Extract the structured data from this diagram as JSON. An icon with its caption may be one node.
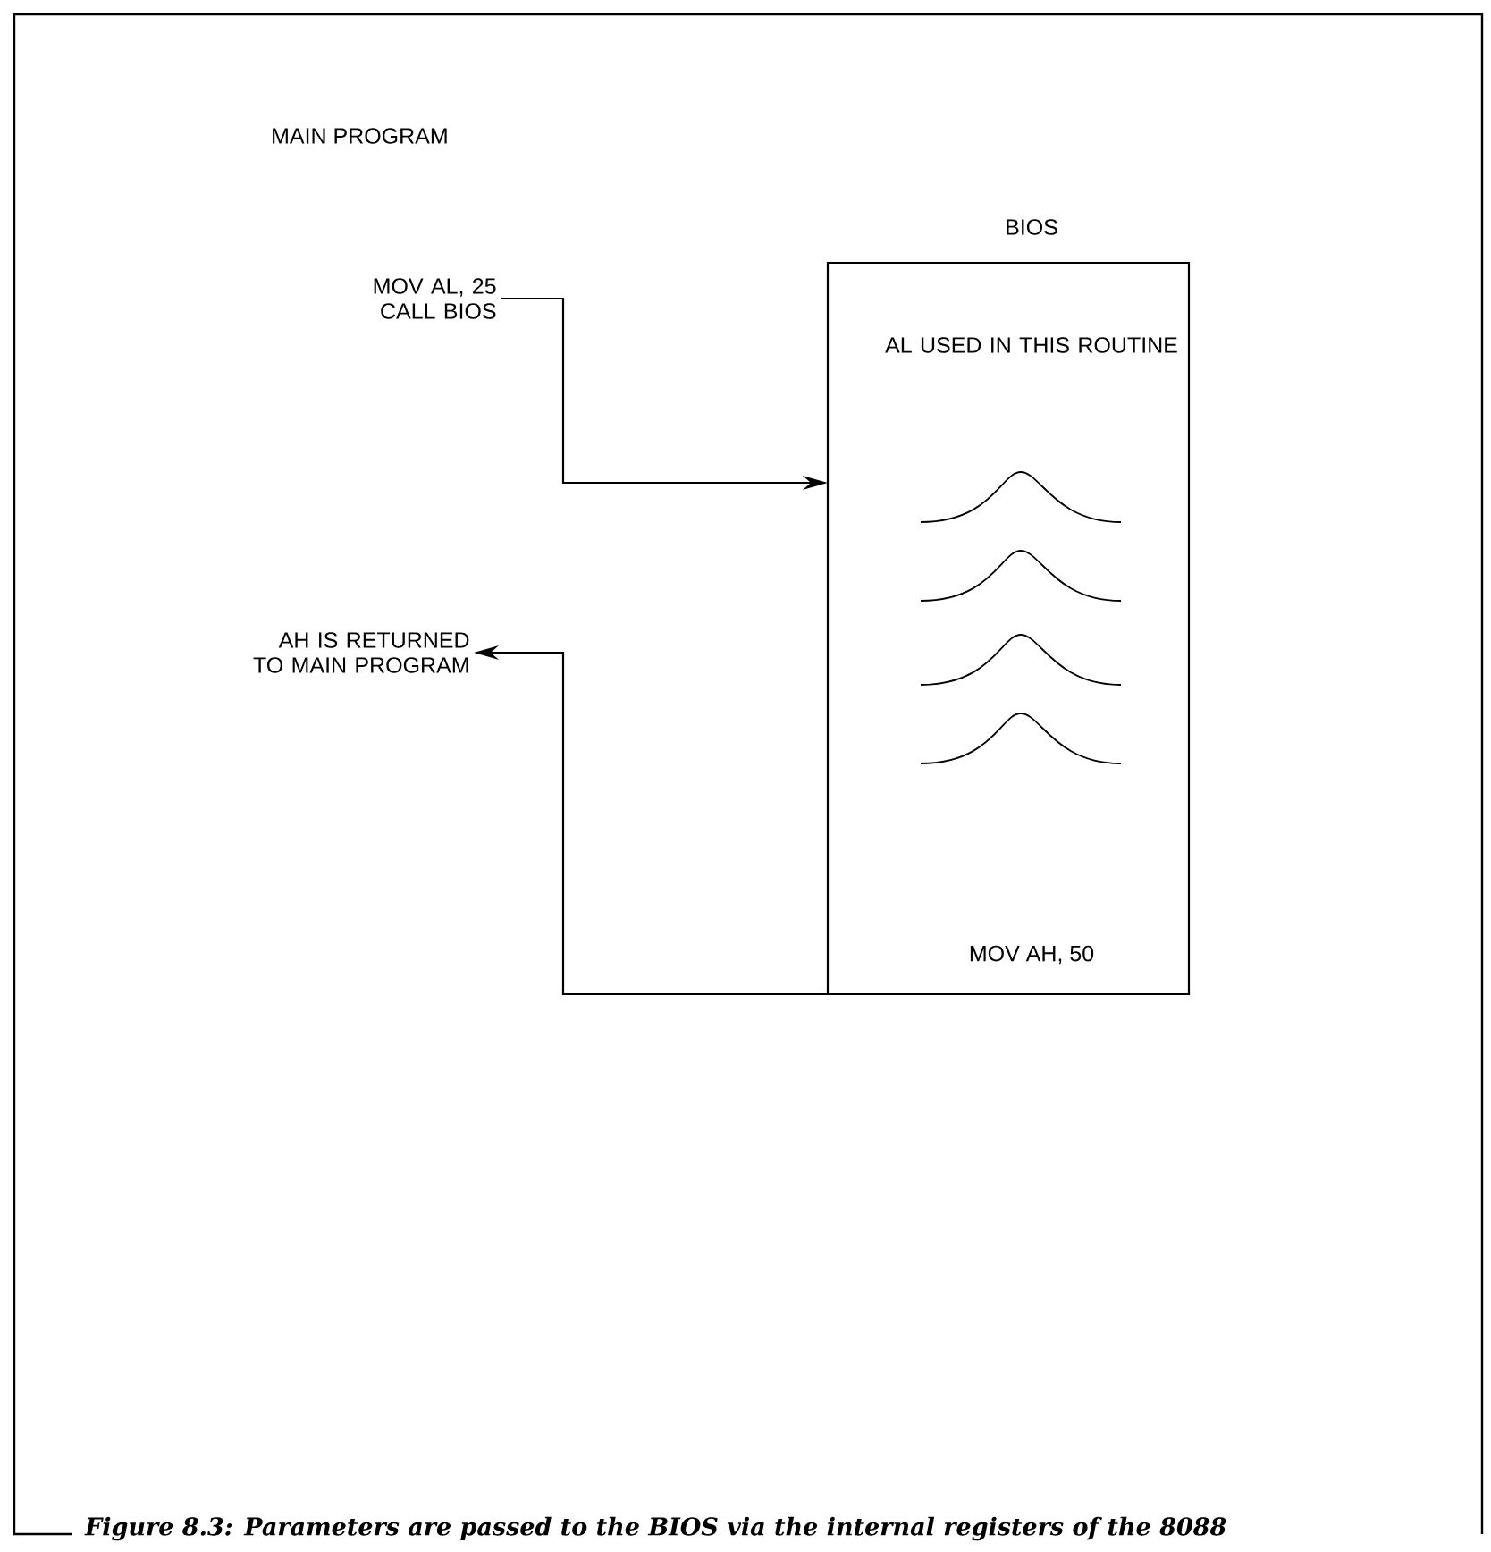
{
  "diagram": {
    "caption": "Figure 8.3: Parameters are passed to the BIOS via the internal registers of the 8088",
    "nodes": [
      {
        "text": [
          "MOV AL, 25 CALL BIOS"
        ]
      },
      {
        "text": [
          "BIOS",
          "AL USED IN THIS ROUTINE",
          "MOV AH, 50"
        ]
      },
      {
        "text": [
          "AH IS RETURNED TO MAIN PROGRAM"
        ]
      }
    ],
    "edges": [
      {
        "from": 0,
        "to": 1,
        "arrow": "to"
      },
      {
        "from": 1,
        "to": 2,
        "arrow": "to"
      }
    ],
    "labels": [
      "MAIN PROGRAM"
    ]
  }
}
